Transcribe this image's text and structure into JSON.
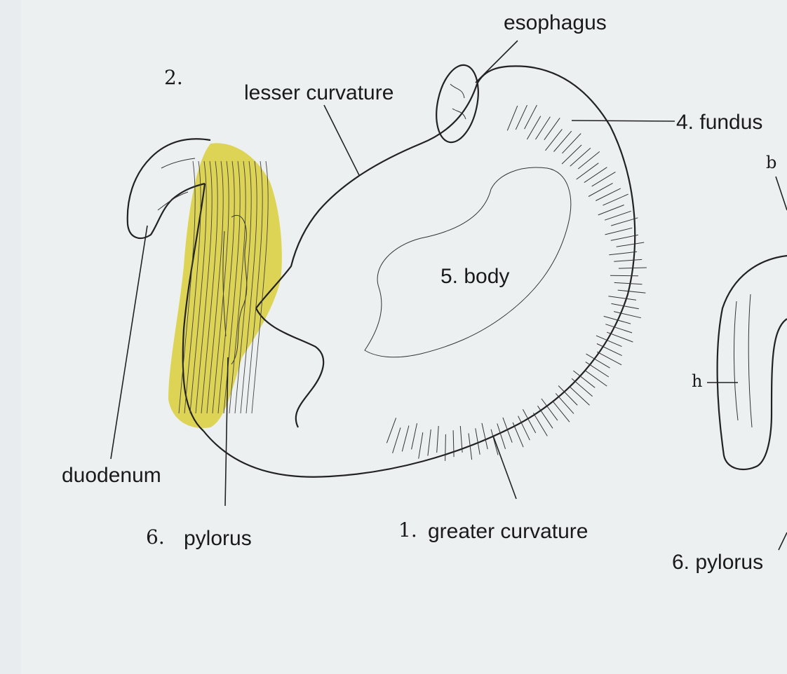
{
  "labels": {
    "esophagus": "esophagus",
    "lesser_curvature": "lesser curvature",
    "fundus": "4. fundus",
    "body": "5. body",
    "duodenum": "duodenum",
    "pylorus_num": "6.",
    "pylorus": "pylorus",
    "greater_curvature_num": "1.",
    "greater_curvature": "greater curvature",
    "pylorus_right": "6. pylorus",
    "marker_2": "2.",
    "marker_b": "b",
    "marker_h": "h"
  },
  "colors": {
    "background": "#e8ecee",
    "highlight": "#d9cf3a",
    "ink": "#222222"
  }
}
